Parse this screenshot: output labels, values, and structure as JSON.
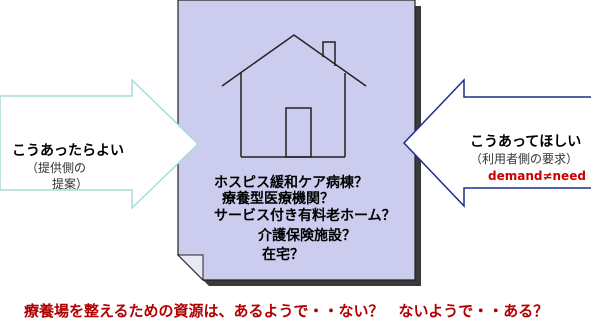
{
  "left_box": {
    "title": "こうあったらよい",
    "sub_line1": "（提供側の",
    "sub_line2": "提案）",
    "border_color": "#a8dcd8"
  },
  "right_box": {
    "title": "こうあってほしい",
    "subtitle": "（利用者側の要求）",
    "formula": "demand≠need",
    "formula_color": "#cc0000",
    "border_color": "#1a2f8a"
  },
  "document": {
    "fill_color": "#ccccee",
    "options": [
      "ホスピス緩和ケア病棟？",
      "療養型医療機関？",
      "サービス付き有料老ホーム？",
      "介護保険施設？",
      "在宅？"
    ]
  },
  "bottom_text": "療養場を整えるための資源は、あるようで・・ない？　ないようで・・ある？",
  "bottom_color": "#b00000",
  "icons": {
    "house": "house-icon",
    "left_arrow": "arrow-right-icon",
    "right_arrow": "arrow-left-icon"
  }
}
